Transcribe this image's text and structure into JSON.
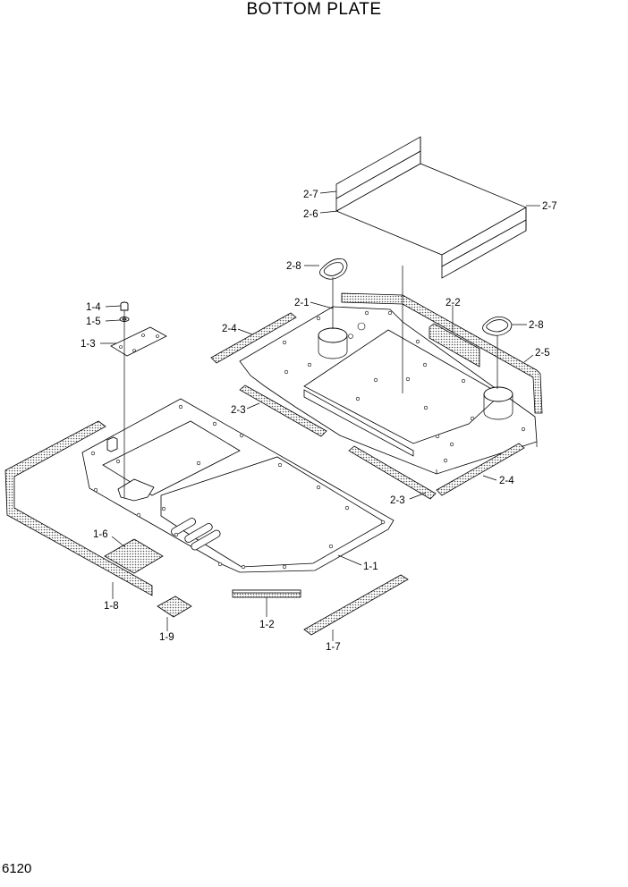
{
  "title": "BOTTOM PLATE",
  "page_number": "6120",
  "callouts": {
    "p1_1": "1-1",
    "p1_2": "1-2",
    "p1_3": "1-3",
    "p1_4": "1-4",
    "p1_5": "1-5",
    "p1_6": "1-6",
    "p1_7": "1-7",
    "p1_8": "1-8",
    "p1_9": "1-9",
    "p2_1": "2-1",
    "p2_2": "2-2",
    "p2_3a": "2-3",
    "p2_3b": "2-3",
    "p2_4a": "2-4",
    "p2_4b": "2-4",
    "p2_5": "2-5",
    "p2_6": "2-6",
    "p2_7a": "2-7",
    "p2_7b": "2-7",
    "p2_8a": "2-8",
    "p2_8b": "2-8"
  }
}
